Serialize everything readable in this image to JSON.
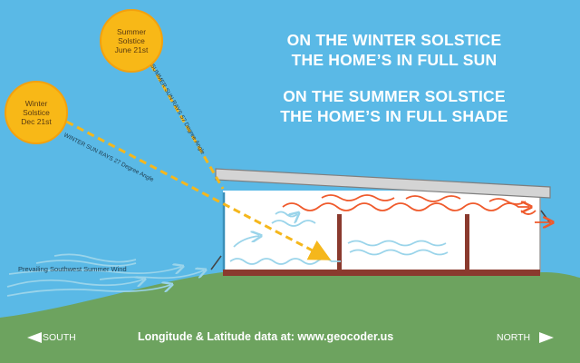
{
  "headline": {
    "winter_line1": "ON THE WINTER SOLSTICE",
    "winter_line2": "THE HOME’S IN FULL SUN",
    "summer_line1": "ON THE SUMMER SOLSTICE",
    "summer_line2": "THE HOME’S IN FULL SHADE"
  },
  "summer_sun": {
    "line1": "Summer",
    "line2": "Solstice",
    "line3": "June 21st"
  },
  "winter_sun": {
    "line1": "Winter",
    "line2": "Solstice",
    "line3": "Dec 21st"
  },
  "summer_ray_label": "SUMMER SUN RAYS 57 Degree Angle",
  "winter_ray_label": "WINTER SUN RAYS 27 Degree Angle",
  "wind_label": "Prevailing Southwest Summer Wind",
  "footer_text": "Longitude & Latitude data at:  www.geocoder.us",
  "south_label": "SOUTH",
  "north_label": "NORTH",
  "colors": {
    "sky": "#5ab9e6",
    "ground": "#6da35f",
    "sun": "#f8b817",
    "ray": "#f5b71c",
    "hot_air": "#ef5a2c",
    "cool_air": "#9ad4ea",
    "post": "#8a3a2e",
    "roof": "#d4d4d4"
  }
}
